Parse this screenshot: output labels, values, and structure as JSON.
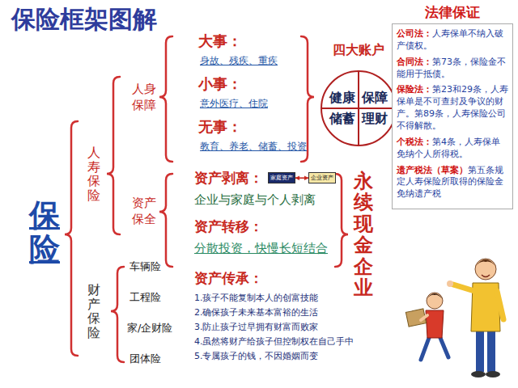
{
  "diagram": {
    "title": "保险框架图解",
    "nodes": [
      {
        "text": [
          "四大账户",
          "健康",
          "保障",
          "储蓄",
          "理财"
        ]
      },
      {
        "text": [
          "法律保证",
          "公司法：",
          "人寿保单不纳入破产债权。",
          "合同法：",
          "第73条，保险金不能用于抵债。",
          "保险法：",
          "第23和29条，人寿保单是不可查封及争议的财产。第89条，人寿保险公司不得解散。",
          "个税法：",
          "第4条，人寿保单免纳个人所得税。",
          "遗产税法（草案）",
          "第五条规定人寿保险所取得的保险金免纳遗产税"
        ]
      },
      {
        "text": [
          "家庭资产"
        ]
      },
      {
        "text": [
          "企业资产"
        ]
      }
    ],
    "edges": [
      {
        "from": 2,
        "to": 3,
        "arrow": "both"
      }
    ],
    "labels": [
      "保险",
      "人寿保险",
      "财产保险",
      "人身保障",
      "资产保全",
      "大事：",
      "身故、残疾、重疾",
      "小事：",
      "意外医疗、住院",
      "无事：",
      "教育、养老、储蓄、投资",
      "资产剥离：",
      "企业与家庭与个人剥离",
      "资产转移：",
      "分散投资，快慢长短结合",
      "资产传承：",
      "1.孩子不能复制本人的创富技能",
      "2.确保孩子未来基本富裕的生活",
      "3.防止孩子过早拥有财富而败家",
      "4.虽然将财产给孩子但控制权在自己手中",
      "5.专属孩子的钱，不因婚姻而变",
      "永续现金企业",
      "车辆险",
      "工程险",
      "家/企财险",
      "团体险"
    ]
  }
}
